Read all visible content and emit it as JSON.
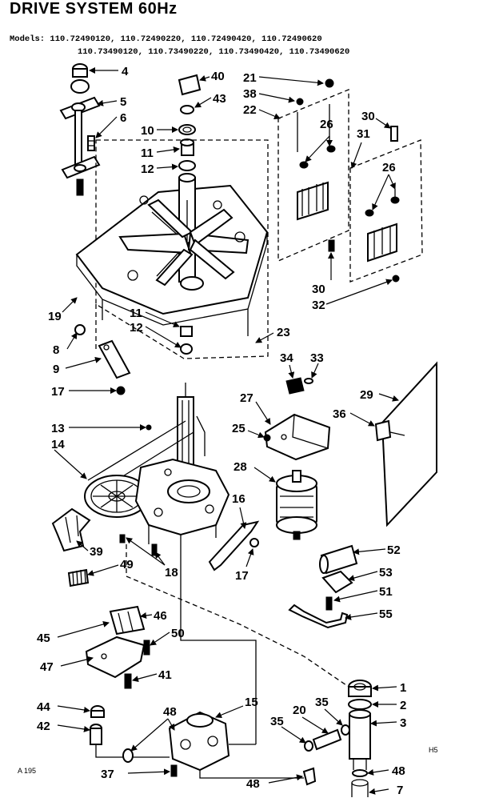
{
  "title": "DRIVE SYSTEM 60Hz",
  "models_line_1": "Models: 110.72490120, 110.72490220, 110.72490420, 110.72490620",
  "models_line_2": "110.73490120, 110.73490220, 110.73490420, 110.73490620",
  "callouts": {
    "c4": "4",
    "c5": "5",
    "c6": "6",
    "c40": "40",
    "c43": "43",
    "c10": "10",
    "c11a": "11",
    "c12a": "12",
    "c21": "21",
    "c38": "38",
    "c22": "22",
    "c26a": "26",
    "c30a": "30",
    "c31": "31",
    "c26b": "26",
    "c30b": "30",
    "c32": "32",
    "c19": "19",
    "c11b": "11",
    "c12b": "12",
    "c23": "23",
    "c8": "8",
    "c9": "9",
    "c17a": "17",
    "c34": "34",
    "c33": "33",
    "c27": "27",
    "c29": "29",
    "c25": "25",
    "c36": "36",
    "c13": "13",
    "c14": "14",
    "c28": "28",
    "c16": "16",
    "c39": "39",
    "c49": "49",
    "c18": "18",
    "c17b": "17",
    "c52": "52",
    "c53": "53",
    "c51": "51",
    "c55": "55",
    "c46": "46",
    "c45": "45",
    "c50": "50",
    "c47": "47",
    "c41": "41",
    "c1": "1",
    "c2": "2",
    "c3": "3",
    "c15": "15",
    "c44": "44",
    "c48a": "48",
    "c35a": "35",
    "c20": "20",
    "c35b": "35",
    "c42": "42",
    "c37": "37",
    "c48b": "48",
    "c48c": "48",
    "c7": "7"
  },
  "corner_code_left": "A 195",
  "corner_code_right": "H5"
}
